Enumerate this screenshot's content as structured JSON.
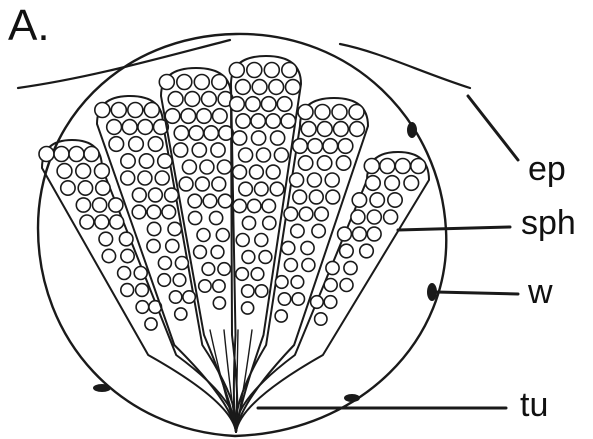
{
  "figure": {
    "panel_label": "A.",
    "labels": {
      "ep": "ep",
      "sph": "sph",
      "w": "w",
      "tu": "tu"
    }
  }
}
